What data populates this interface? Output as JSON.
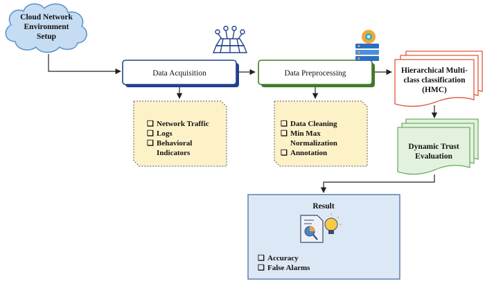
{
  "cloud": {
    "lines": [
      "Cloud Network",
      "Environment",
      "Setup"
    ]
  },
  "acquisition": {
    "title": "Data Acquisition",
    "items": [
      "Network Traffic",
      "Logs",
      "Behavioral",
      "Indicators"
    ]
  },
  "preprocessing": {
    "title": "Data Preprocessing",
    "items": [
      "Data Cleaning",
      "Min Max",
      "Normalization",
      "Annotation"
    ]
  },
  "hmc": {
    "lines": [
      "Hierarchical Multi-",
      "class classification",
      "(HMC)"
    ]
  },
  "trust": {
    "lines": [
      "Dynamic Trust",
      "Evaluation"
    ]
  },
  "result": {
    "title": "Result",
    "items": [
      "Accuracy",
      "False Alarms"
    ]
  },
  "bullet": "❑",
  "colors": {
    "cloud_fill": "#c5dcf2",
    "cloud_stroke": "#5a8fc7",
    "acq_border": "#23408e",
    "pre_border": "#3f7a2a",
    "note_fill": "#fdf1c8",
    "hmc_stroke": "#e0533a",
    "trust_fill": "#e3f2de",
    "trust_stroke": "#6fae63",
    "result_fill": "#dce8f5",
    "result_stroke": "#5a7fae"
  }
}
